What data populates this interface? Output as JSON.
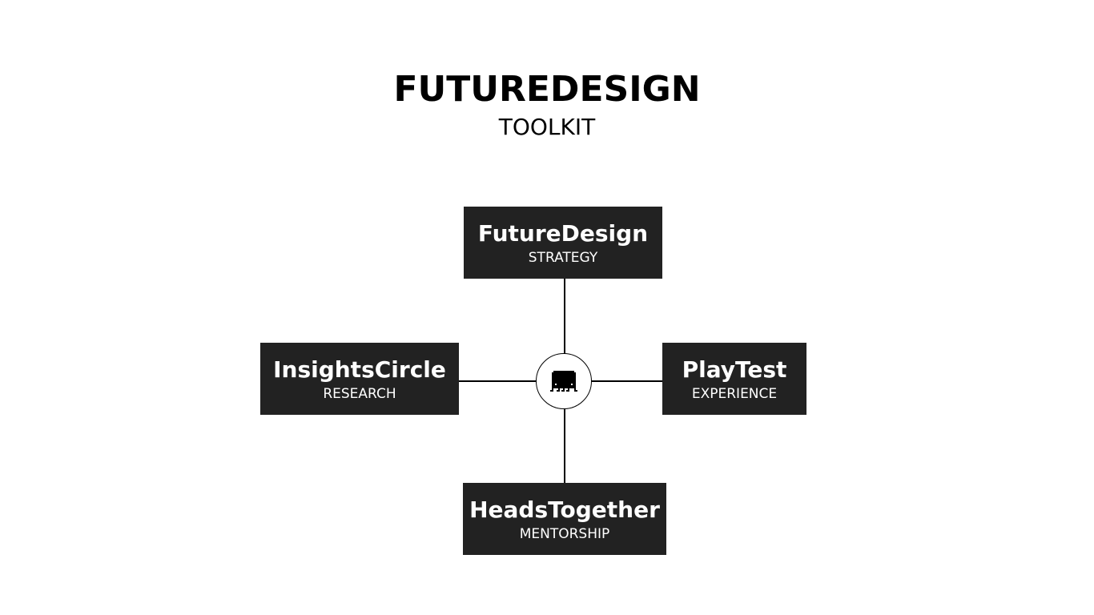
{
  "header": {
    "title": "FUTUREDESIGN",
    "subtitle": "TOOLKIT"
  },
  "nodes": {
    "top": {
      "name": "FutureDesign",
      "label": "STRATEGY"
    },
    "left": {
      "name": "InsightsCircle",
      "label": "RESEARCH"
    },
    "right": {
      "name": "PlayTest",
      "label": "EXPERIENCE"
    },
    "bottom": {
      "name": "HeadsTogether",
      "label": "MENTORSHIP"
    }
  },
  "center": {
    "icon": "pixel-octopus-icon"
  },
  "colors": {
    "box": "#222222",
    "text": "#ffffff"
  }
}
